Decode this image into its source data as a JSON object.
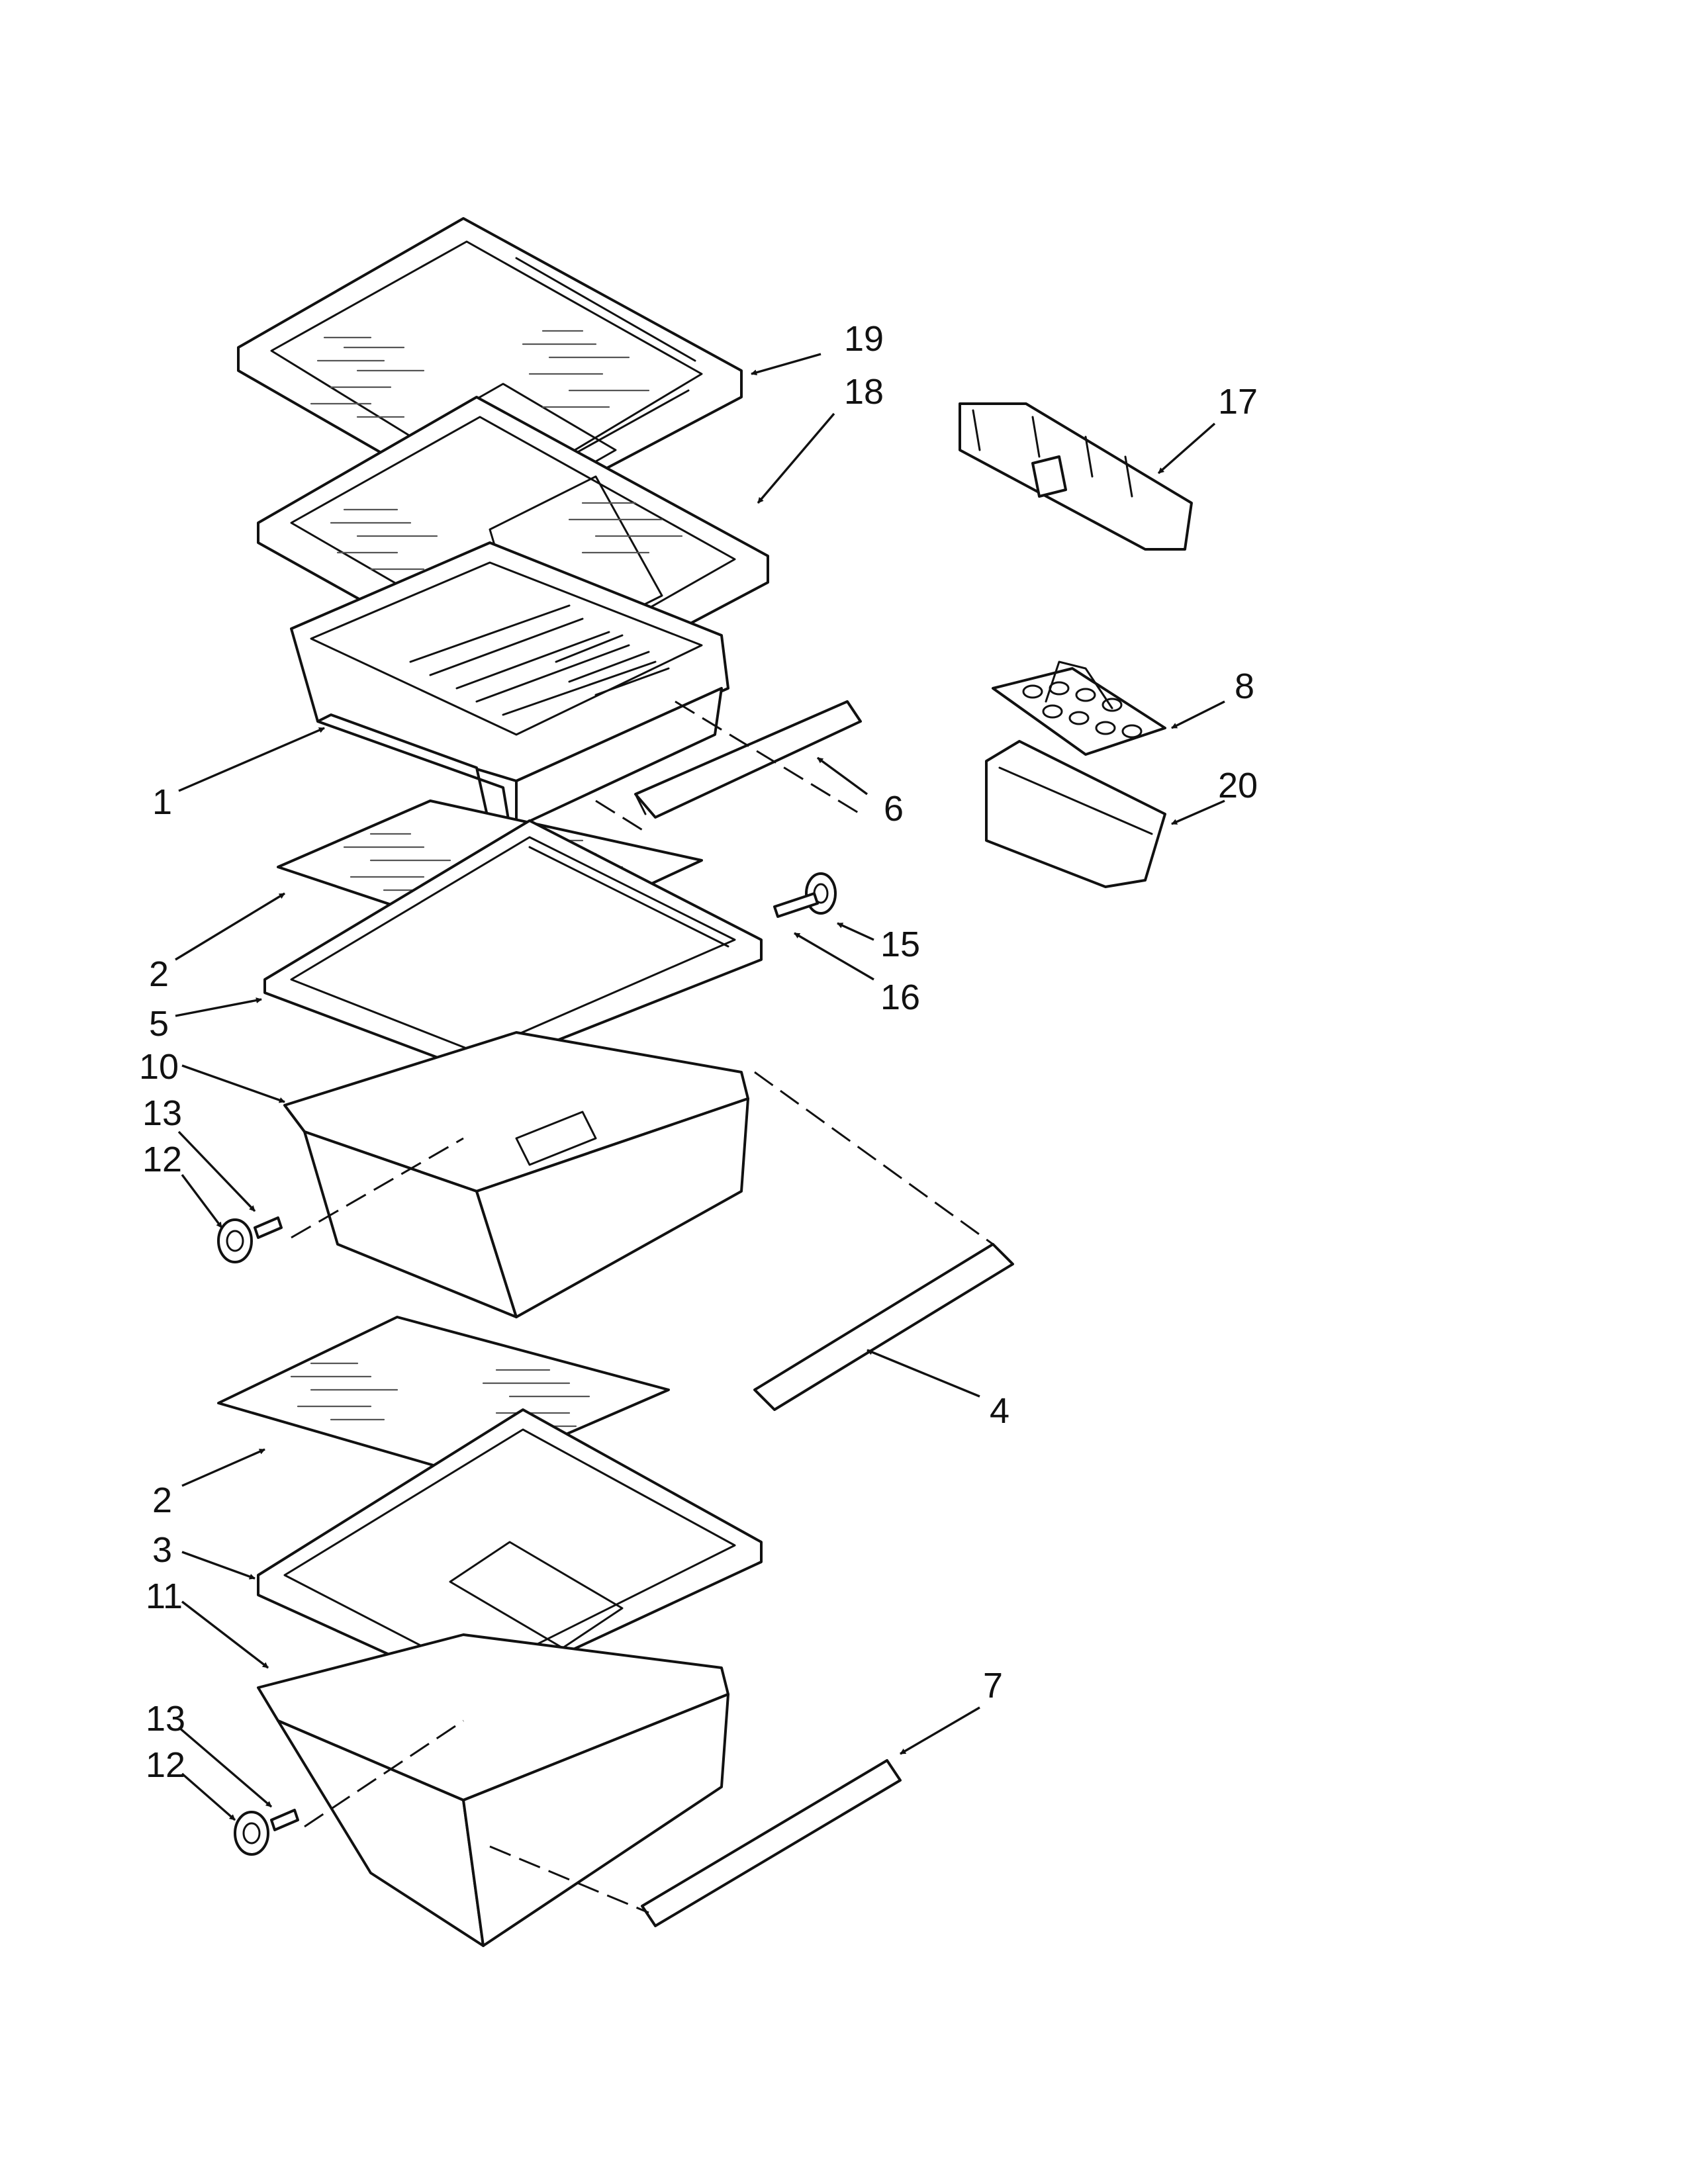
{
  "diagram": {
    "callouts": [
      {
        "id": "c19",
        "text": "19"
      },
      {
        "id": "c18",
        "text": "18"
      },
      {
        "id": "c17",
        "text": "17"
      },
      {
        "id": "c8",
        "text": "8"
      },
      {
        "id": "c20",
        "text": "20"
      },
      {
        "id": "c1",
        "text": "1"
      },
      {
        "id": "c6",
        "text": "6"
      },
      {
        "id": "c2a",
        "text": "2"
      },
      {
        "id": "c15",
        "text": "15"
      },
      {
        "id": "c16",
        "text": "16"
      },
      {
        "id": "c5",
        "text": "5"
      },
      {
        "id": "c10",
        "text": "10"
      },
      {
        "id": "c13a",
        "text": "13"
      },
      {
        "id": "c12a",
        "text": "12"
      },
      {
        "id": "c4",
        "text": "4"
      },
      {
        "id": "c2b",
        "text": "2"
      },
      {
        "id": "c3",
        "text": "3"
      },
      {
        "id": "c11",
        "text": "11"
      },
      {
        "id": "c7",
        "text": "7"
      },
      {
        "id": "c13b",
        "text": "13"
      },
      {
        "id": "c12b",
        "text": "12"
      }
    ]
  }
}
